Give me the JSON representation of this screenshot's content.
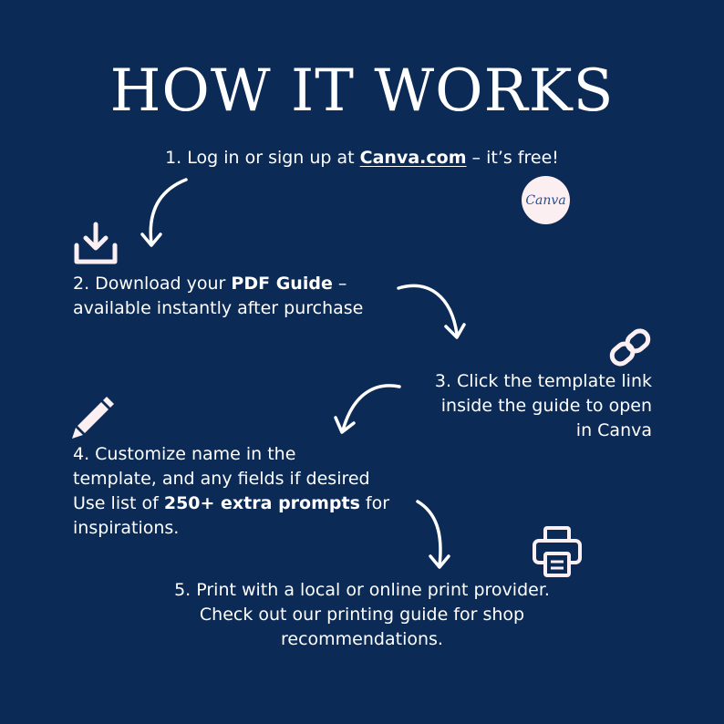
{
  "title": "HOW IT WORKS",
  "badge": {
    "text": "Canva"
  },
  "steps": {
    "step1": {
      "pre": "1. Log in or sign up at ",
      "link": "Canva.com",
      "post": " – it’s free!"
    },
    "step2": {
      "pre": "2. Download your ",
      "bold": "PDF Guide",
      "post": " –",
      "line2": "available instantly after purchase"
    },
    "step3": {
      "line1": "3. Click the template link",
      "line2": "inside the guide to open",
      "line3": "in Canva"
    },
    "step4": {
      "line1": "4. Customize name in the",
      "line2": "template, and any fields if desired",
      "line3_pre": "Use list of ",
      "line3_bold": "250+ extra prompts",
      "line3_post": " for",
      "line4": "inspirations."
    },
    "step5": {
      "line1": "5. Print with a local or online print provider.",
      "line2": "Check out our printing guide for shop",
      "line3": "recommendations."
    }
  },
  "icons": [
    "download-icon",
    "link-icon",
    "pencil-icon",
    "printer-icon",
    "arrow-icon"
  ],
  "colors": {
    "background": "#0b2a55",
    "text": "#ffffff",
    "badge_bg": "#fbeff2",
    "icon_fill": "#fbeff2"
  }
}
